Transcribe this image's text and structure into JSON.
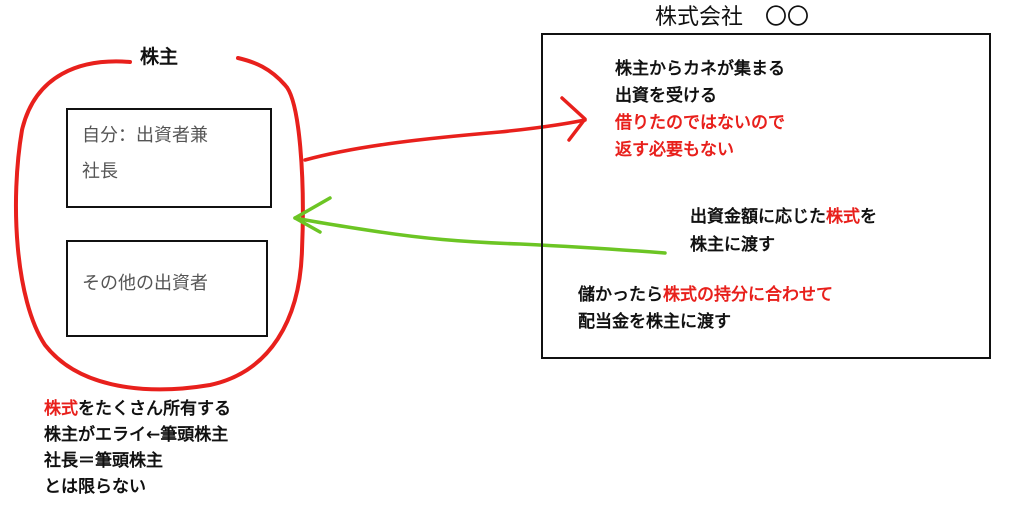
{
  "company": {
    "title": "株式会社　〇〇",
    "block1": [
      "株主からカネが集まる",
      "出資を受ける"
    ],
    "block1_red": [
      "借りたのではないので",
      "返す必要もない"
    ],
    "block2": {
      "line1_pre": "出資金額に応じた",
      "line1_red": "株式",
      "line1_post": "を",
      "line2": "株主に渡す"
    },
    "block3": {
      "line1_pre": "儲かったら",
      "line1_red": "株式の持分に合わせて",
      "line2": "配当金を株主に渡す"
    }
  },
  "shareholders": {
    "label": "株主",
    "box1": [
      "自分：出資者兼",
      "社長"
    ],
    "box2": "その他の出資者"
  },
  "note": {
    "line1_red": "株式",
    "line1_post": "をたくさん所有する",
    "line2": "株主がエライ←筆頭株主",
    "line3": "社長＝筆頭株主",
    "line4": "とは限らない"
  },
  "colors": {
    "red": "#e8201c",
    "green": "#6cc524",
    "black": "#111111"
  }
}
